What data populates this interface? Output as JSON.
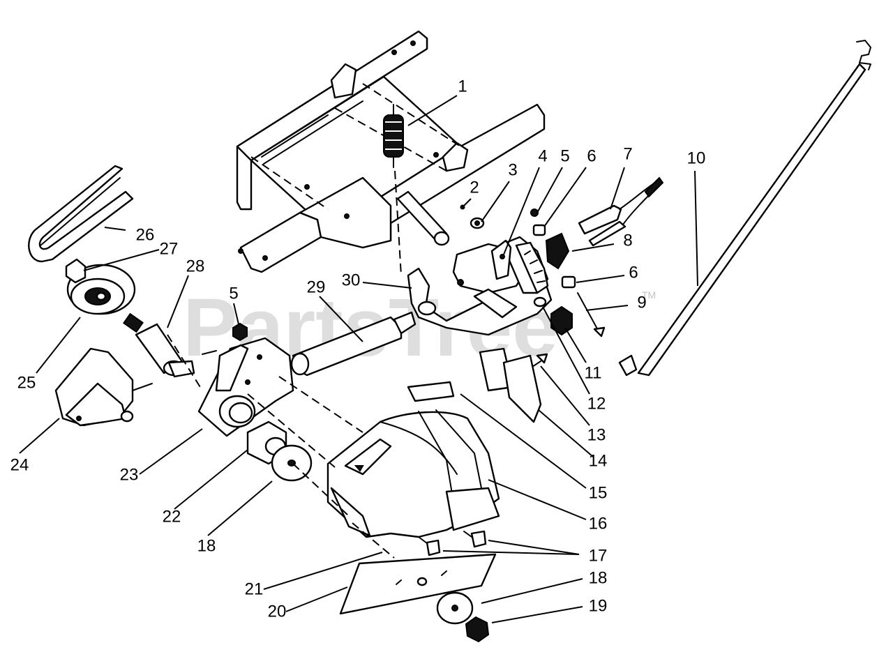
{
  "watermark": {
    "text": "PartsTree",
    "trademark": "TM"
  },
  "callouts": {
    "c1": "1",
    "c2": "2",
    "c3": "3",
    "c4": "4",
    "c5a": "5",
    "c6a": "6",
    "c7": "7",
    "c10": "10",
    "c8": "8",
    "c6b": "6",
    "c9": "9",
    "c11": "11",
    "c12": "12",
    "c13": "13",
    "c14": "14",
    "c15": "15",
    "c16": "16",
    "c17": "17",
    "c18a": "18",
    "c19": "19",
    "c20": "20",
    "c21": "21",
    "c18b": "18",
    "c22": "22",
    "c23": "23",
    "c24": "24",
    "c25": "25",
    "c26": "26",
    "c27": "27",
    "c28": "28",
    "c5b": "5",
    "c29": "29",
    "c30": "30"
  }
}
